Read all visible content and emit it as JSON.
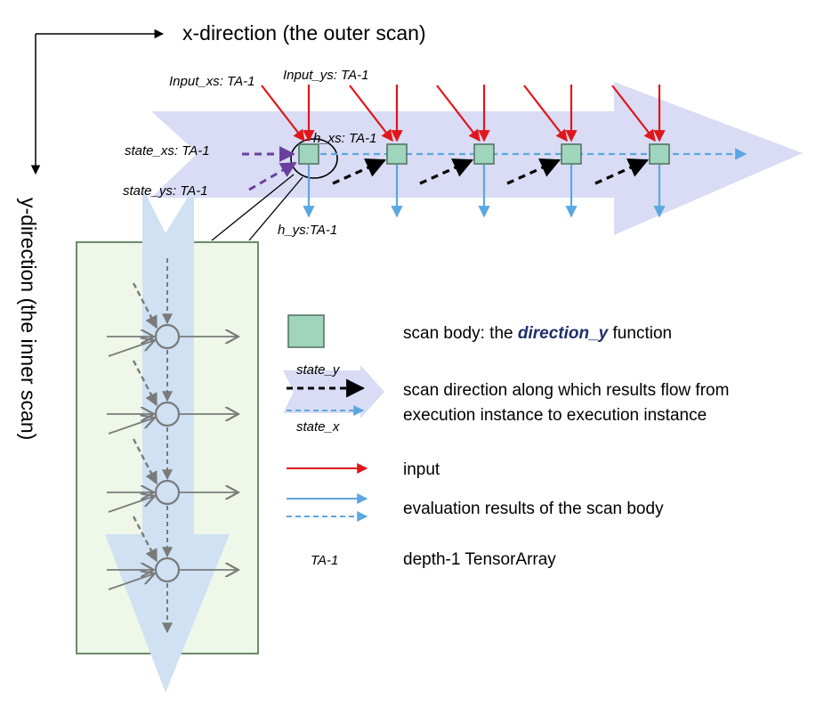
{
  "axes": {
    "x_label": "x-direction (the outer scan)",
    "y_label": "y-direction (the inner scan)"
  },
  "labels": {
    "input_xs": "Input_xs: TA-1",
    "input_ys": "Input_ys: TA-1",
    "state_xs": "state_xs: TA-1",
    "state_ys": "state_ys: TA-1",
    "h_xs": "h_xs: TA-1",
    "h_ys": "h_ys:TA-1"
  },
  "legend": {
    "scan_body_prefix": "scan body: the ",
    "scan_body_fn": "direction_y",
    "scan_body_suffix": " function",
    "state_y": "state_y",
    "state_x": "state_x",
    "scan_direction_line1": "scan direction along which results flow from",
    "scan_direction_line2": "execution instance to execution instance",
    "input": "input",
    "evaluation": "evaluation results of the scan body",
    "ta_symbol": "TA-1",
    "ta_desc": "depth-1 TensorArray"
  },
  "colors": {
    "big_arrow": "#d9dcf4",
    "inner_arrow": "#cfe1f3",
    "panel_fill": "#eef7e8",
    "panel_border": "#5d7f57",
    "box_fill": "#9fd4bd",
    "box_border": "#4f6f5d",
    "input_red": "#e0161b",
    "output_blue": "#5aa7e0",
    "state_black": "#000000",
    "state_purple": "#6a3f9f",
    "node_gray": "#7a7a7a",
    "fn_name": "#1f2f6b"
  }
}
